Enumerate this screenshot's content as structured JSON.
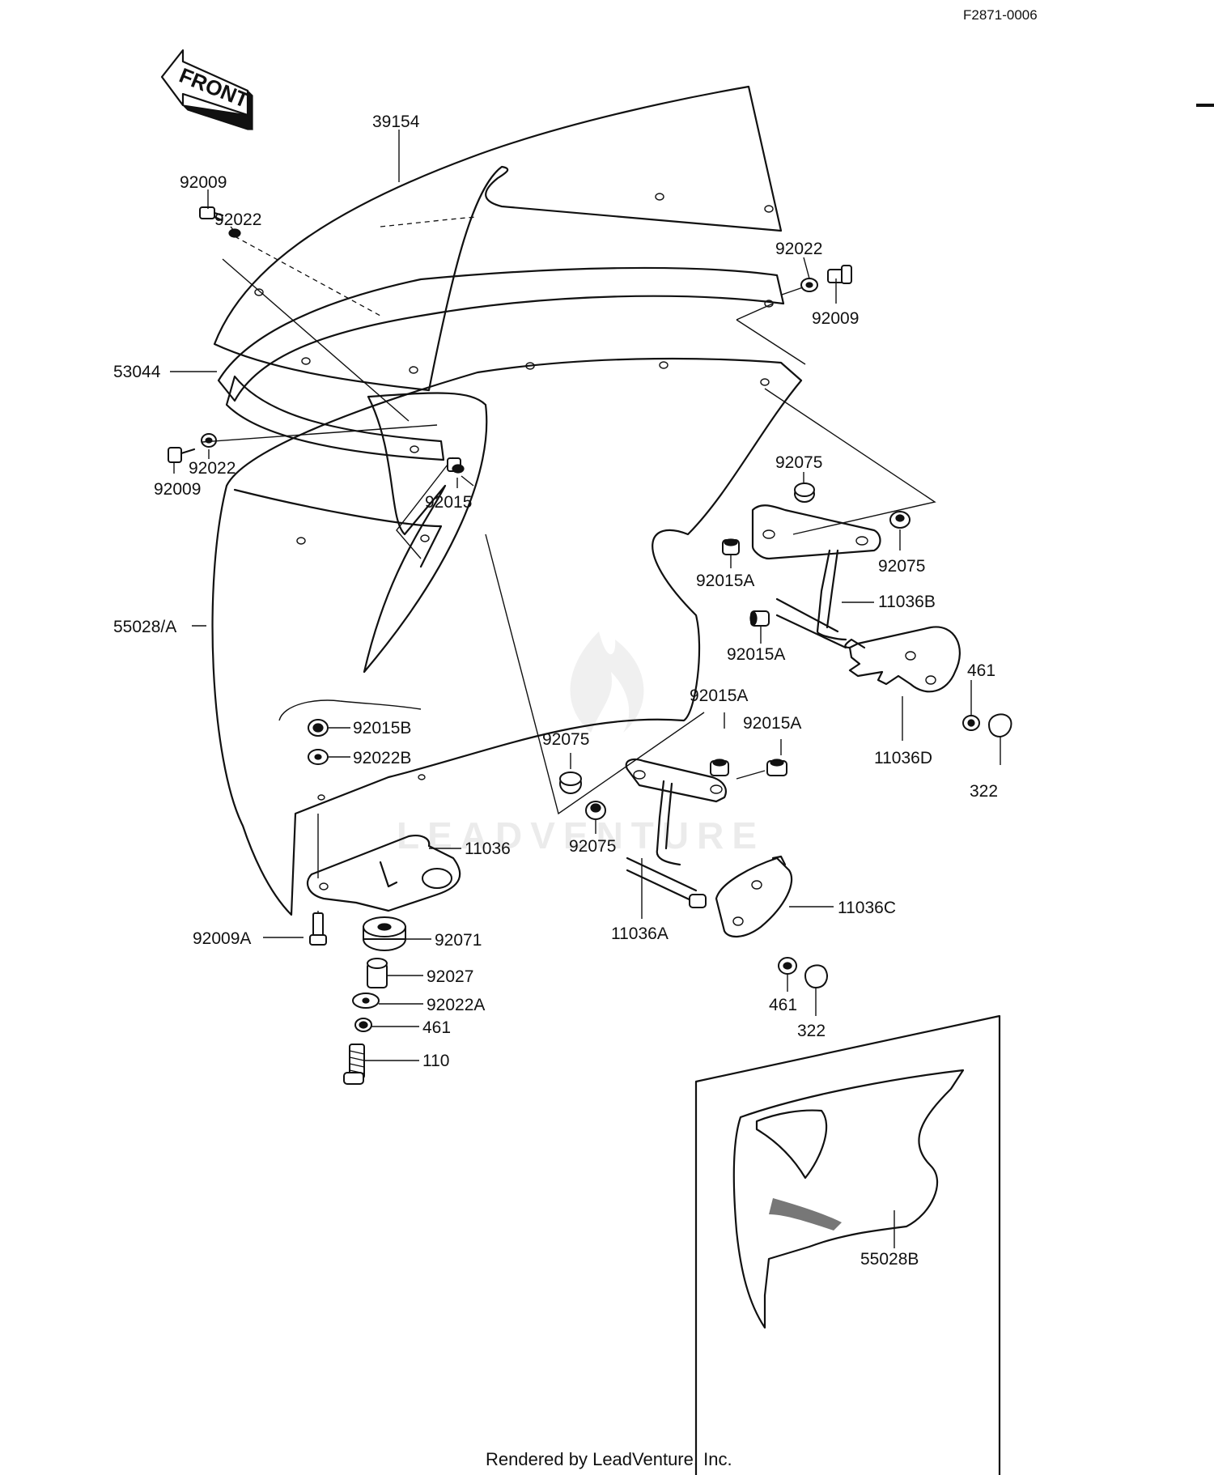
{
  "diagram": {
    "code": "F2871-0006",
    "front_label": "FRONT",
    "watermark": "LEADVENTURE",
    "footer": "Rendered by LeadVenture, Inc.",
    "labels": [
      {
        "id": "lbl-39154",
        "text": "39154"
      },
      {
        "id": "lbl-92009-tl",
        "text": "92009"
      },
      {
        "id": "lbl-92022-tl",
        "text": "92022"
      },
      {
        "id": "lbl-92022-tr",
        "text": "92022"
      },
      {
        "id": "lbl-92009-tr",
        "text": "92009"
      },
      {
        "id": "lbl-53044",
        "text": "53044"
      },
      {
        "id": "lbl-92022-ml",
        "text": "92022"
      },
      {
        "id": "lbl-92009-ml",
        "text": "92009"
      },
      {
        "id": "lbl-92015",
        "text": "92015"
      },
      {
        "id": "lbl-92075-a",
        "text": "92075"
      },
      {
        "id": "lbl-92075-b",
        "text": "92075"
      },
      {
        "id": "lbl-92015A-a",
        "text": "92015A"
      },
      {
        "id": "lbl-11036B",
        "text": "11036B"
      },
      {
        "id": "lbl-92015A-b",
        "text": "92015A"
      },
      {
        "id": "lbl-461-a",
        "text": "461"
      },
      {
        "id": "lbl-55028A",
        "text": "55028/A"
      },
      {
        "id": "lbl-92015A-c",
        "text": "92015A"
      },
      {
        "id": "lbl-92015A-d",
        "text": "92015A"
      },
      {
        "id": "lbl-11036D",
        "text": "11036D"
      },
      {
        "id": "lbl-322-a",
        "text": "322"
      },
      {
        "id": "lbl-92015B",
        "text": "92015B"
      },
      {
        "id": "lbl-92022B",
        "text": "92022B"
      },
      {
        "id": "lbl-92075-c",
        "text": "92075"
      },
      {
        "id": "lbl-92075-d",
        "text": "92075"
      },
      {
        "id": "lbl-11036",
        "text": "11036"
      },
      {
        "id": "lbl-11036C",
        "text": "11036C"
      },
      {
        "id": "lbl-11036A",
        "text": "11036A"
      },
      {
        "id": "lbl-92009A",
        "text": "92009A"
      },
      {
        "id": "lbl-92071",
        "text": "92071"
      },
      {
        "id": "lbl-92027",
        "text": "92027"
      },
      {
        "id": "lbl-92022A",
        "text": "92022A"
      },
      {
        "id": "lbl-461-b",
        "text": "461"
      },
      {
        "id": "lbl-461-c",
        "text": "461"
      },
      {
        "id": "lbl-322-b",
        "text": "322"
      },
      {
        "id": "lbl-110",
        "text": "110"
      },
      {
        "id": "lbl-55028B",
        "text": "55028B"
      }
    ]
  }
}
